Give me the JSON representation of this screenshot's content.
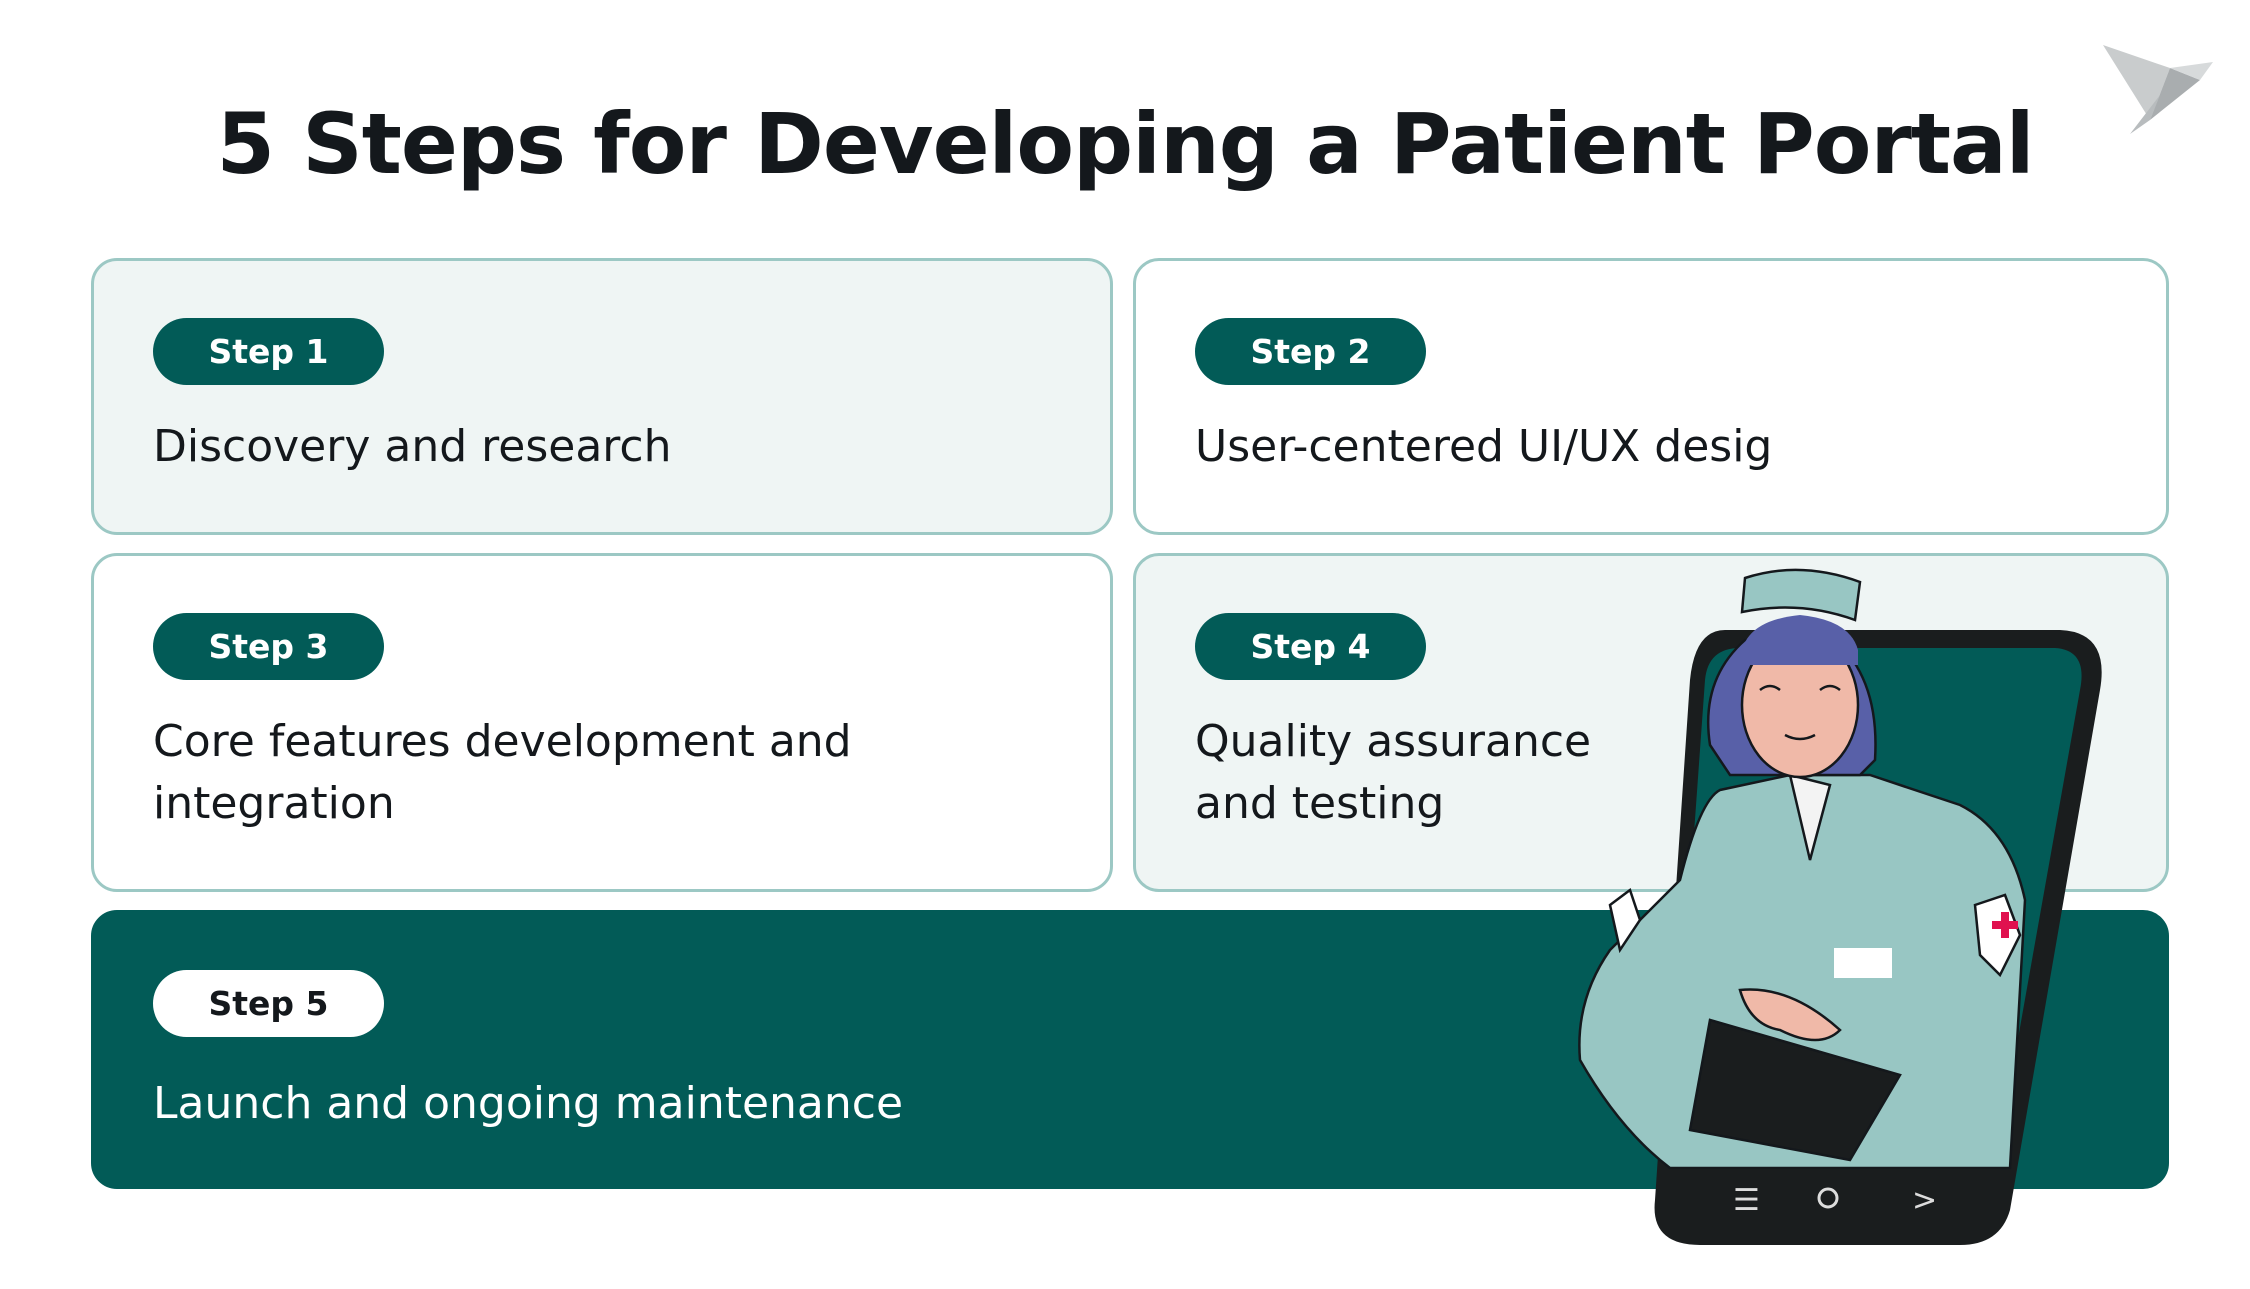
{
  "title": "5 Steps for Developing a Patient Portal",
  "steps": [
    {
      "label": "Step 1",
      "text": "Discovery and research"
    },
    {
      "label": "Step 2",
      "text": "User-centered UI/UX desig"
    },
    {
      "label": "Step 3",
      "text": "Core features development and integration"
    },
    {
      "label": "Step 4",
      "text": "Quality assurance and testing"
    },
    {
      "label": "Step 5",
      "text": "Launch and ongoing maintenance"
    }
  ],
  "colors": {
    "primary": "#025b57",
    "border": "#9cc8c4",
    "tint": "#eff5f4",
    "coat": "#98c6c3",
    "hair": "#5860a8",
    "cross": "#e0114f"
  }
}
